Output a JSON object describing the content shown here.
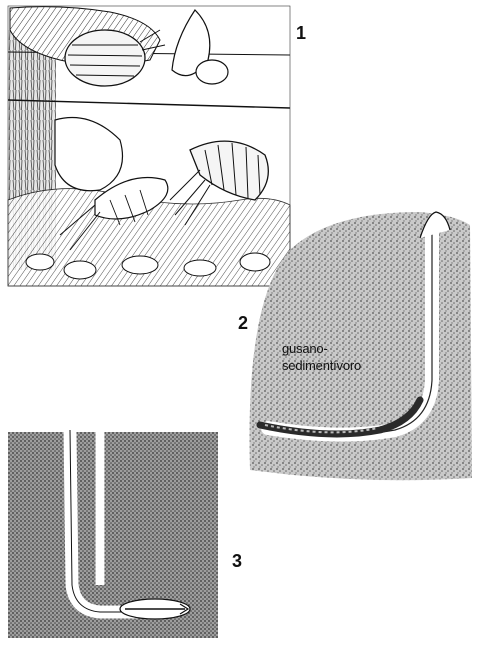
{
  "figure": {
    "panels": [
      {
        "number": "1"
      },
      {
        "number": "2",
        "label_lines": [
          "gusano-",
          "sedimentívoro"
        ]
      },
      {
        "number": "3"
      }
    ]
  },
  "colors": {
    "ink": "#111111",
    "sediment": "#bdbdbd",
    "paper": "#ffffff"
  }
}
